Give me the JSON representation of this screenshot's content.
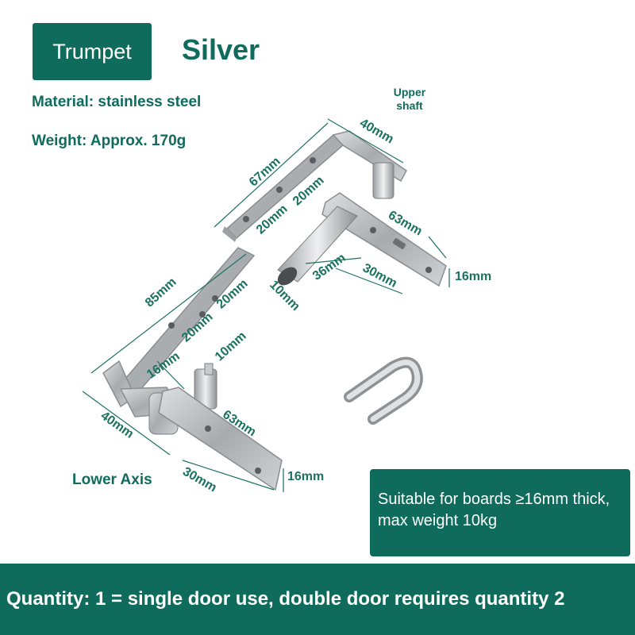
{
  "header": {
    "style_label": "Trumpet",
    "color_label": "Silver"
  },
  "specs": {
    "material": "Material: stainless steel",
    "weight": "Weight: Approx. 170g"
  },
  "labels": {
    "upper_shaft": "Upper\nshaft",
    "lower_axis": "Lower Axis"
  },
  "dimensions": {
    "upper": {
      "top_width": "40mm",
      "arm_length": "67mm",
      "hole_spacing_a": "20mm",
      "hole_spacing_b": "20mm",
      "plate_length": "63mm",
      "shaft_length": "36mm",
      "plate_offset": "30mm",
      "shaft_dia": "10mm",
      "plate_width": "16mm"
    },
    "lower": {
      "arm_length": "85mm",
      "hole_spacing_a": "20mm",
      "hole_spacing_b": "20mm",
      "pin_height": "16mm",
      "pin_dia": "10mm",
      "bottom_width": "40mm",
      "plate_length": "63mm",
      "plate_offset": "30mm",
      "plate_width": "16mm"
    }
  },
  "note": "Suitable for boards ≥16mm thick, max weight 10kg",
  "footer": "Quantity: 1 = single door use, double door requires quantity 2",
  "colors": {
    "brand": "#0f6b5c",
    "dimension_text": "#1c7261",
    "steel": "#b9bcbf"
  }
}
